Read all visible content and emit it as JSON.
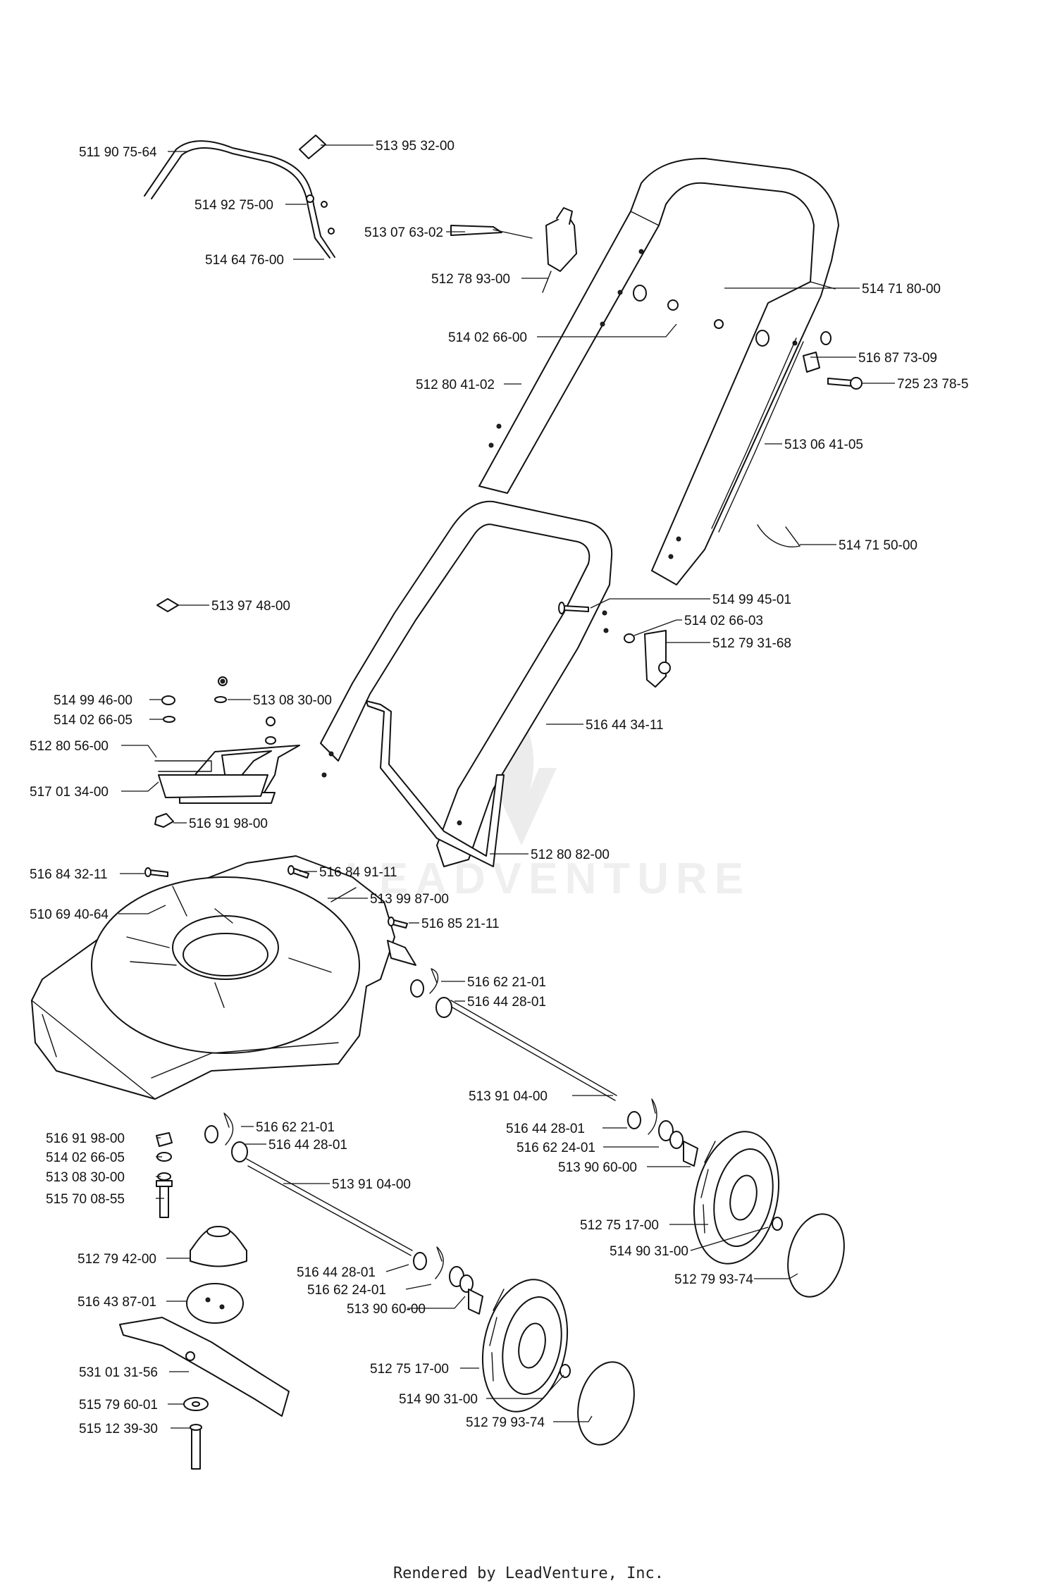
{
  "watermark": "LEADVENTURE",
  "footer": "Rendered by LeadVenture, Inc.",
  "labels": [
    "511 90 75-64",
    "513 95 32-00",
    "514 92 75-00",
    "514 64 76-00",
    "513 07 63-02",
    "512 78 93-00",
    "514 71 80-00",
    "514 02 66-00",
    "516 87 73-09",
    "512 80 41-02",
    "725 23 78-5",
    "513 06 41-05",
    "514 71 50-00",
    "513 97 48-00",
    "514 99 45-01",
    "514 02 66-03",
    "512 79 31-68",
    "514 99 46-00",
    "513 08 30-00",
    "514 02 66-05",
    "516 44 34-11",
    "512 80 56-00",
    "517 01 34-00",
    "516 91 98-00",
    "512 80 82-00",
    "516 84 32-11",
    "516 84 91-11",
    "513 99 87-00",
    "510 69 40-64",
    "516 85 21-11",
    "516 62 21-01",
    "516 44 28-01",
    "513 91 04-00",
    "516 44 28-01",
    "516 62 24-01",
    "516 91 98-00",
    "516 62 21-01",
    "516 44 28-01",
    "513 90 60-00",
    "514 02 66-05",
    "513 91 04-00",
    "513 08 30-00",
    "515 70 08-55",
    "512 75 17-00",
    "512 79 42-00",
    "514 90 31-00",
    "512 79 93-74",
    "516 44 28-01",
    "516 62 24-01",
    "516 43 87-01",
    "513 90 60-00",
    "531 01 31-56",
    "512 75 17-00",
    "514 90 31-00",
    "515 79 60-01",
    "512 79 93-74",
    "515 12 39-30"
  ]
}
